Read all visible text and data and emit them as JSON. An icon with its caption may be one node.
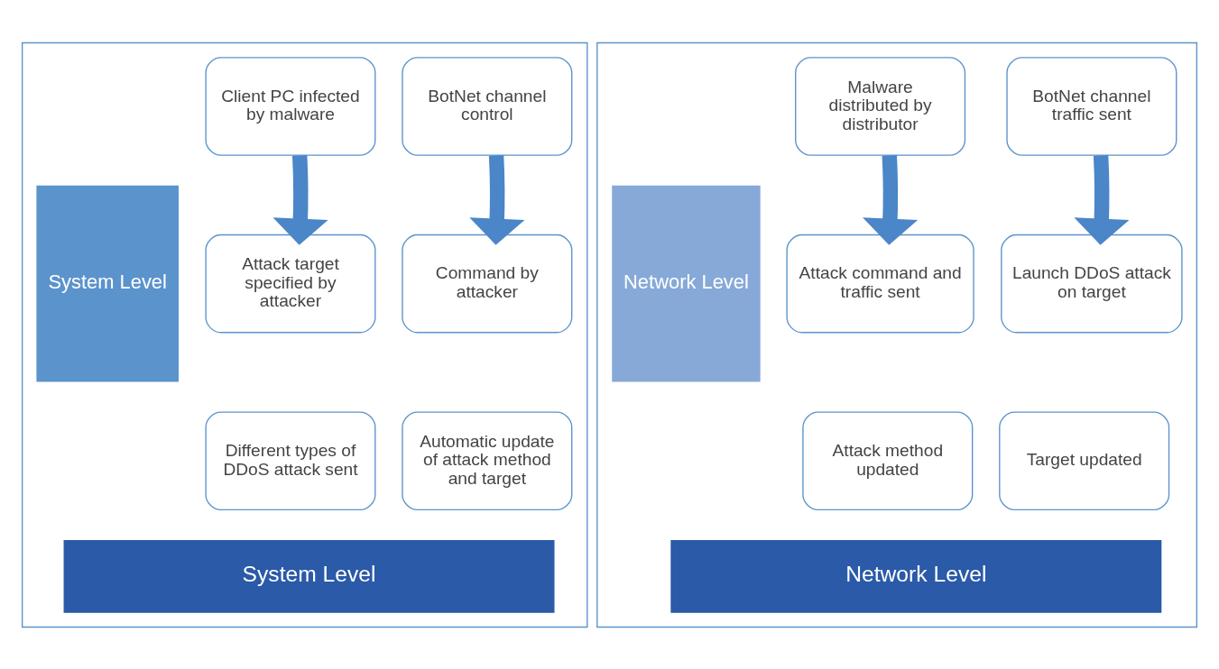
{
  "diagram": {
    "nodes": [
      {
        "text": [],
        "shape": "box"
      },
      {
        "text": [
          "System Level"
        ],
        "in": 0
      },
      {
        "text": [
          "Client PC infected by malware"
        ],
        "in": 0
      },
      {
        "text": [
          "BotNet channel control"
        ],
        "in": 0
      },
      {
        "text": [
          "Attack target specified by attacker"
        ],
        "in": 0
      },
      {
        "text": [
          "Command by attacker"
        ],
        "in": 0
      },
      {
        "text": [
          "Different types of DDoS attack sent"
        ],
        "in": 0
      },
      {
        "text": [
          "Automatic update of attack method and target"
        ],
        "in": 0
      },
      {
        "text": [
          "System Level"
        ],
        "in": 0
      },
      {
        "text": [],
        "shape": "box"
      },
      {
        "text": [
          "Network Level"
        ],
        "in": 9
      },
      {
        "text": [
          "Malware distributed by distributor"
        ],
        "in": 9
      },
      {
        "text": [
          "BotNet channel traffic sent"
        ],
        "in": 9
      },
      {
        "text": [
          "Attack command and traffic sent"
        ],
        "in": 9
      },
      {
        "text": [
          "Launch DDoS attack on target"
        ],
        "in": 9
      },
      {
        "text": [
          "Attack method updated"
        ],
        "in": 9
      },
      {
        "text": [
          "Target updated"
        ],
        "in": 9
      },
      {
        "text": [
          "Network Level"
        ],
        "in": 9
      }
    ],
    "edges": [
      {
        "from": 2,
        "to": 4,
        "arrow": "to"
      },
      {
        "from": 3,
        "to": 5,
        "arrow": "to"
      },
      {
        "from": 11,
        "to": 13,
        "arrow": "to"
      },
      {
        "from": 12,
        "to": 14,
        "arrow": "to"
      }
    ]
  }
}
